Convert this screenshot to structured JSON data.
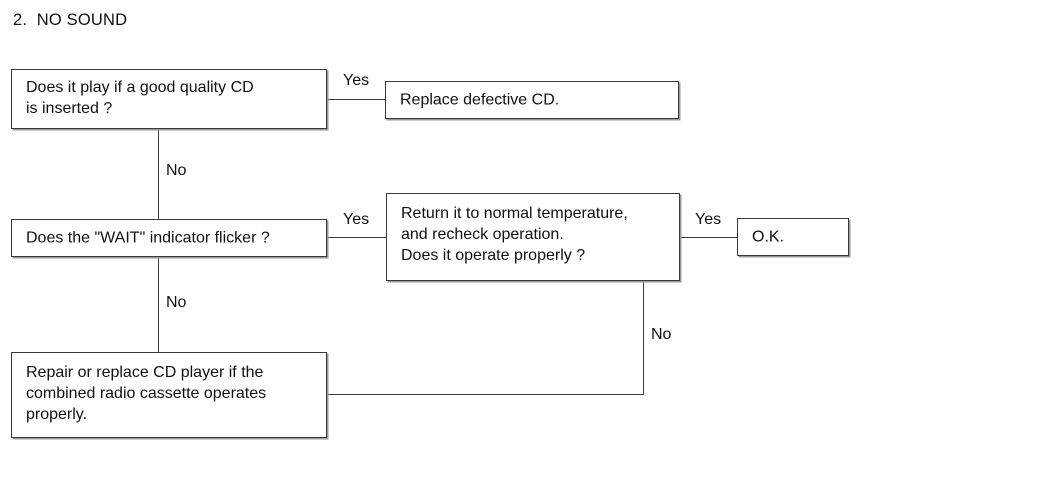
{
  "document": {
    "title": "2.  NO SOUND"
  },
  "flowchart": {
    "type": "troubleshooting-decision-tree",
    "nodes": [
      {
        "id": "q1",
        "role": "decision",
        "text": "Does it play if a good quality CD\nis inserted ?"
      },
      {
        "id": "a1",
        "role": "action",
        "text": "Replace defective CD."
      },
      {
        "id": "q2",
        "role": "decision",
        "text": "Does the \"WAIT\" indicator flicker ?"
      },
      {
        "id": "q3",
        "role": "decision",
        "text": "Return it to normal temperature,\nand recheck operation.\nDoes it operate properly ?"
      },
      {
        "id": "a2",
        "role": "terminal",
        "text": "O.K."
      },
      {
        "id": "a3",
        "role": "action",
        "text": "Repair or replace CD player if the\ncombined radio cassette operates\nproperly."
      }
    ],
    "edges": [
      {
        "id": "e1",
        "from": "q1",
        "to": "a1",
        "label": "Yes"
      },
      {
        "id": "e2",
        "from": "q1",
        "to": "q2",
        "label": "No"
      },
      {
        "id": "e3",
        "from": "q2",
        "to": "q3",
        "label": "Yes"
      },
      {
        "id": "e4",
        "from": "q2",
        "to": "a3",
        "label": "No"
      },
      {
        "id": "e5",
        "from": "q3",
        "to": "a2",
        "label": "Yes"
      },
      {
        "id": "e6",
        "from": "q3",
        "to": "a3",
        "label": "No"
      }
    ]
  },
  "colors": {
    "background": "#ffffff",
    "box_border": "#3a3a3a",
    "box_shadow": "#9a9a9a",
    "connector": "#3c3c3c",
    "text": "#111111"
  }
}
